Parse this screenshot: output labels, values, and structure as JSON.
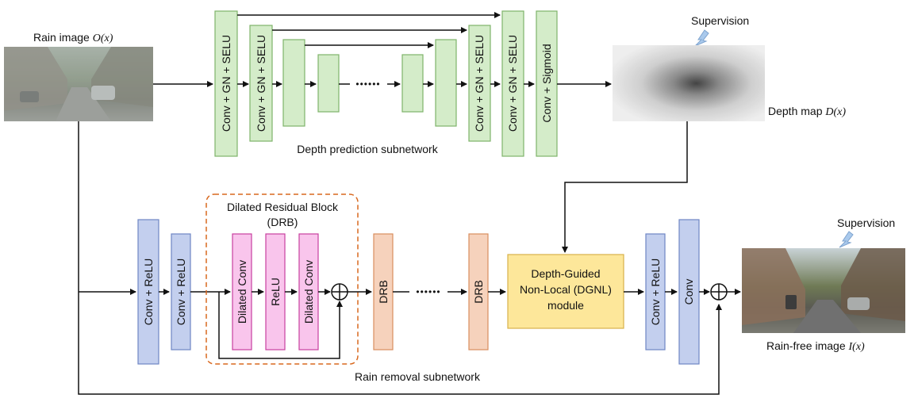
{
  "labels": {
    "rain_image": "Rain image",
    "rain_image_math": "O(x)",
    "depth_map": "Depth map",
    "depth_map_math": "D(x)",
    "rain_free": "Rain-free image",
    "rain_free_math": "I(x)",
    "supervision": "Supervision",
    "depth_subnet": "Depth prediction subnetwork",
    "rain_subnet": "Rain removal subnetwork",
    "drb_title_1": "Dilated Residual Block",
    "drb_title_2": "(DRB)",
    "dots": "••••••"
  },
  "blocks": {
    "conv_gn_selu": "Conv + GN + SELU",
    "conv_sigmoid": "Conv + Sigmoid",
    "conv_relu": "Conv + ReLU",
    "dilated_conv": "Dilated Conv",
    "relu": "ReLU",
    "drb": "DRB",
    "conv": "Conv",
    "dgnl_1": "Depth-Guided",
    "dgnl_2": "Non-Local (DGNL)",
    "dgnl_3": "module"
  },
  "colors": {
    "green_fill": "#d4ecc9",
    "green_stroke": "#7fb36a",
    "blue_fill": "#c3cfee",
    "blue_stroke": "#6f86c4",
    "pink_fill": "#f9c5ec",
    "pink_stroke": "#c7409f",
    "orange_fill": "#f6d2bc",
    "orange_stroke": "#d98e5e",
    "yellow_fill": "#fde79a",
    "yellow_stroke": "#d8b14a",
    "dashed_orange": "#d9691f",
    "supervision_arrow": "#a9c9ec"
  }
}
